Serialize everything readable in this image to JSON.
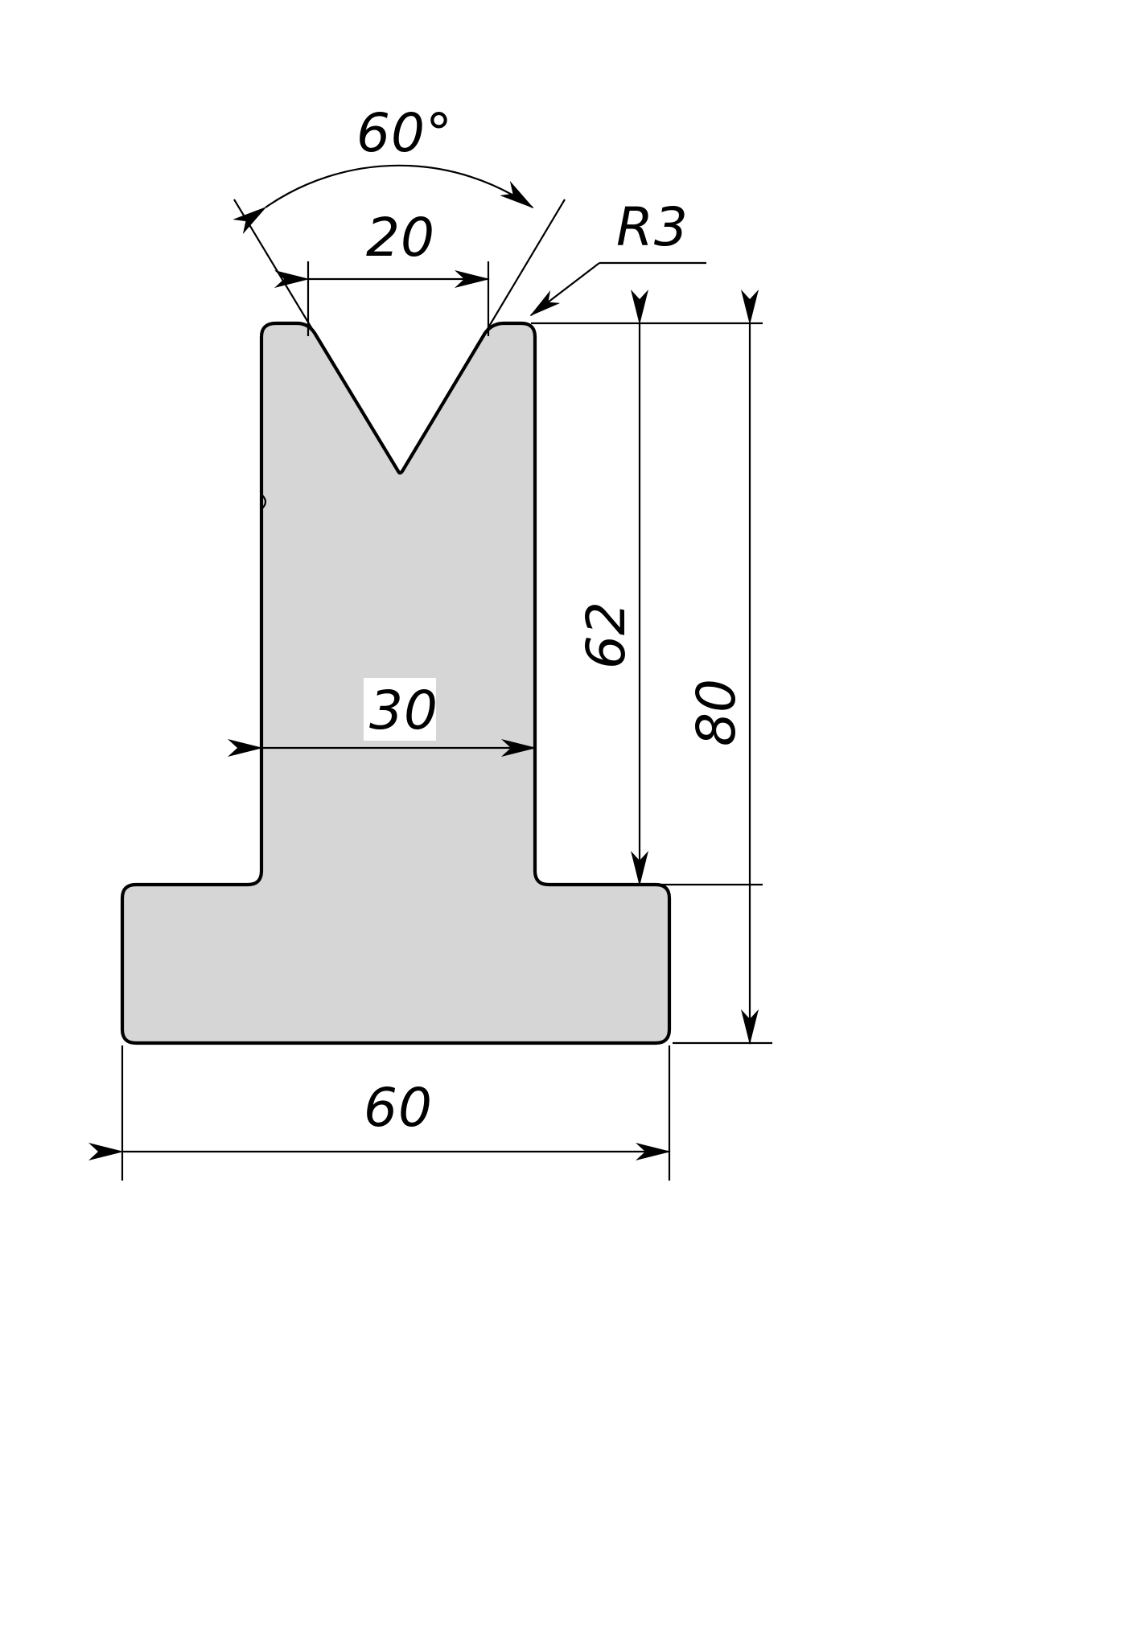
{
  "drawing": {
    "title": "V-die cross-section technical drawing",
    "part_type": "press-brake V die",
    "fill_color": "#d6d6d6",
    "line_color": "#000000",
    "background": "#ffffff",
    "units": "mm"
  },
  "dimensions": {
    "angle": {
      "label": "60°",
      "value": 60,
      "unit": "degree",
      "describes": "included V opening angle"
    },
    "v_opening": {
      "label": "20",
      "value": 20,
      "unit": "mm",
      "describes": "V groove opening width at top face"
    },
    "radius": {
      "label": "R3",
      "value": 3,
      "unit": "mm",
      "describes": "fillet radius at V groove shoulder"
    },
    "web_height": {
      "label": "62",
      "value": 62,
      "unit": "mm",
      "describes": "height from base flange top to die top face"
    },
    "total_height": {
      "label": "80",
      "value": 80,
      "unit": "mm",
      "describes": "overall height of the die"
    },
    "web_width": {
      "label": "30",
      "value": 30,
      "unit": "mm",
      "describes": "width of vertical web"
    },
    "base_width": {
      "label": "60",
      "value": 60,
      "unit": "mm",
      "describes": "overall width of base flange"
    }
  },
  "chart_data": {
    "type": "diagram",
    "title": "Press brake V-die section",
    "annotations": [
      "60°",
      "20",
      "R3",
      "62",
      "80",
      "30",
      "60"
    ]
  }
}
